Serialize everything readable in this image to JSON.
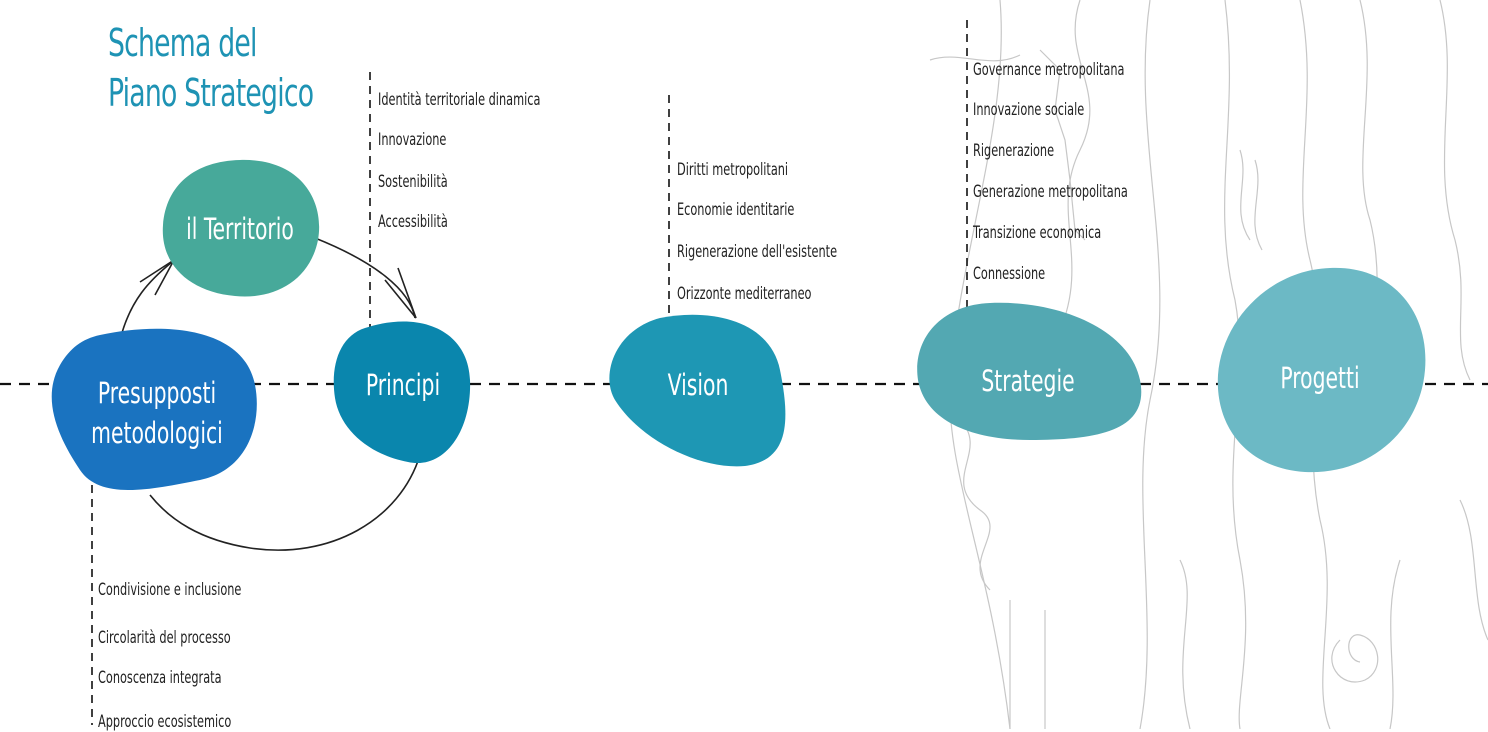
{
  "title": {
    "line1": "Schema del",
    "line2": "Piano Strategico"
  },
  "colors": {
    "title": "#1e93b4",
    "territorio": "#47a99a",
    "presupposti": "#1a73c0",
    "principi": "#0a86ad",
    "vision": "#1e97b4",
    "strategie": "#53a8b2",
    "progetti": "#6cb9c5"
  },
  "nodes": {
    "territorio": "il Territorio",
    "presupposti_1": "Presupposti",
    "presupposti_2": "metodologici",
    "principi": "Principi",
    "vision": "Vision",
    "strategie": "Strategie",
    "progetti": "Progetti"
  },
  "principi_items": [
    "Identità territoriale dinamica",
    "Innovazione",
    "Sostenibilità",
    "Accessibilità"
  ],
  "vision_items": [
    "Diritti metropolitani",
    "Economie identitarie",
    "Rigenerazione dell'esistente",
    "Orizzonte mediterraneo"
  ],
  "strategie_items": [
    "Governance metropolitana",
    "Innovazione sociale",
    "Rigenerazione",
    "Generazione metropolitana",
    "Transizione economica",
    "Connessione"
  ],
  "presupposti_items": [
    "Condivisione e inclusione",
    "Circolarità del processo",
    "Conoscenza integrata",
    "Approccio ecosistemico"
  ]
}
